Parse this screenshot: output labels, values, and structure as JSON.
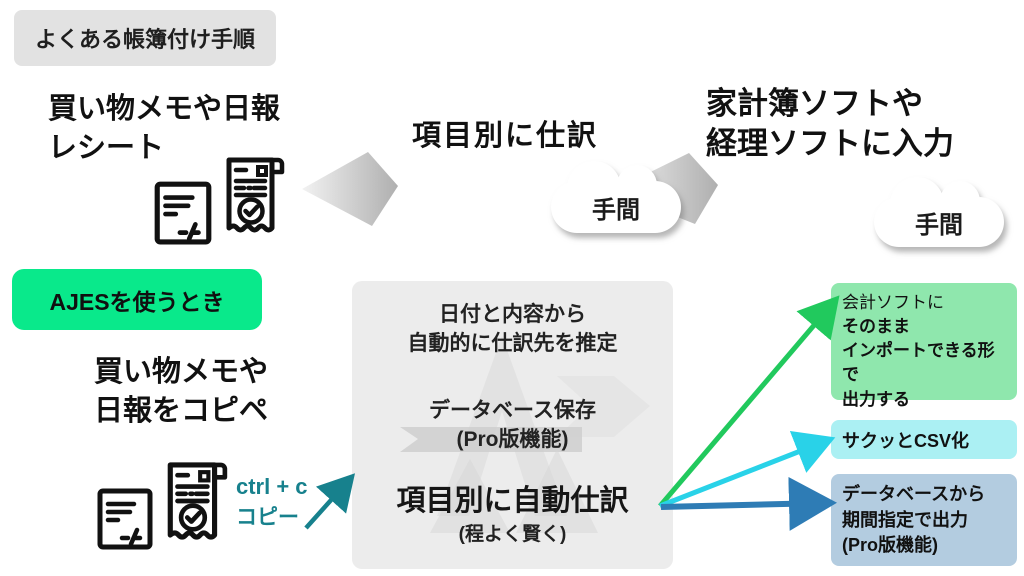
{
  "colors": {
    "accent-green": "#09E98B",
    "teal": "#17818D",
    "arrow-green": "#21C95D",
    "arrow-cyan": "#29D2E8",
    "arrow-blue": "#2E7CB5",
    "box-green": "#8FE7AD",
    "box-cyan": "#ABF0F3",
    "box-blue": "#B3CCE0",
    "panel-gray": "#ECECEC",
    "label-gray": "#E2E2E2"
  },
  "manual": {
    "label": "よくある帳簿付け手順",
    "source": {
      "line1": "買い物メモや日報",
      "line2": "レシート"
    },
    "step": "項目別に仕訳",
    "dest": {
      "line1": "家計簿ソフトや",
      "line2": "経理ソフトに入力"
    },
    "cloud1": "手間",
    "cloud2": "手間"
  },
  "ajes": {
    "label": "AJESを使うとき",
    "source": {
      "line1": "買い物メモや",
      "line2": "日報をコピペ"
    },
    "shortcut": "ctrl + c",
    "shortcut_label": "コピー",
    "engine": {
      "line1": "日付と内容から",
      "line2": "自動的に仕訳先を推定",
      "line3": "データベース保存",
      "line4": "(Pro版機能)",
      "line5": "項目別に自動仕訳",
      "line6": "(程よく賢く)"
    },
    "outputs": {
      "accounting": {
        "line1": "会計ソフトに",
        "line2": "そのまま",
        "line3": "インポートできる形で",
        "line4": "出力する"
      },
      "csv": {
        "line1": "サクッとCSV化"
      },
      "database": {
        "line1": "データベースから",
        "line2": "期間指定で出力",
        "line3": "(Pro版機能)"
      }
    }
  },
  "icons": {
    "note": "note-document-icon",
    "receipt": "receipt-check-icon",
    "cloud": "hassle-cloud",
    "watermark": "ajes-logo-watermark"
  }
}
